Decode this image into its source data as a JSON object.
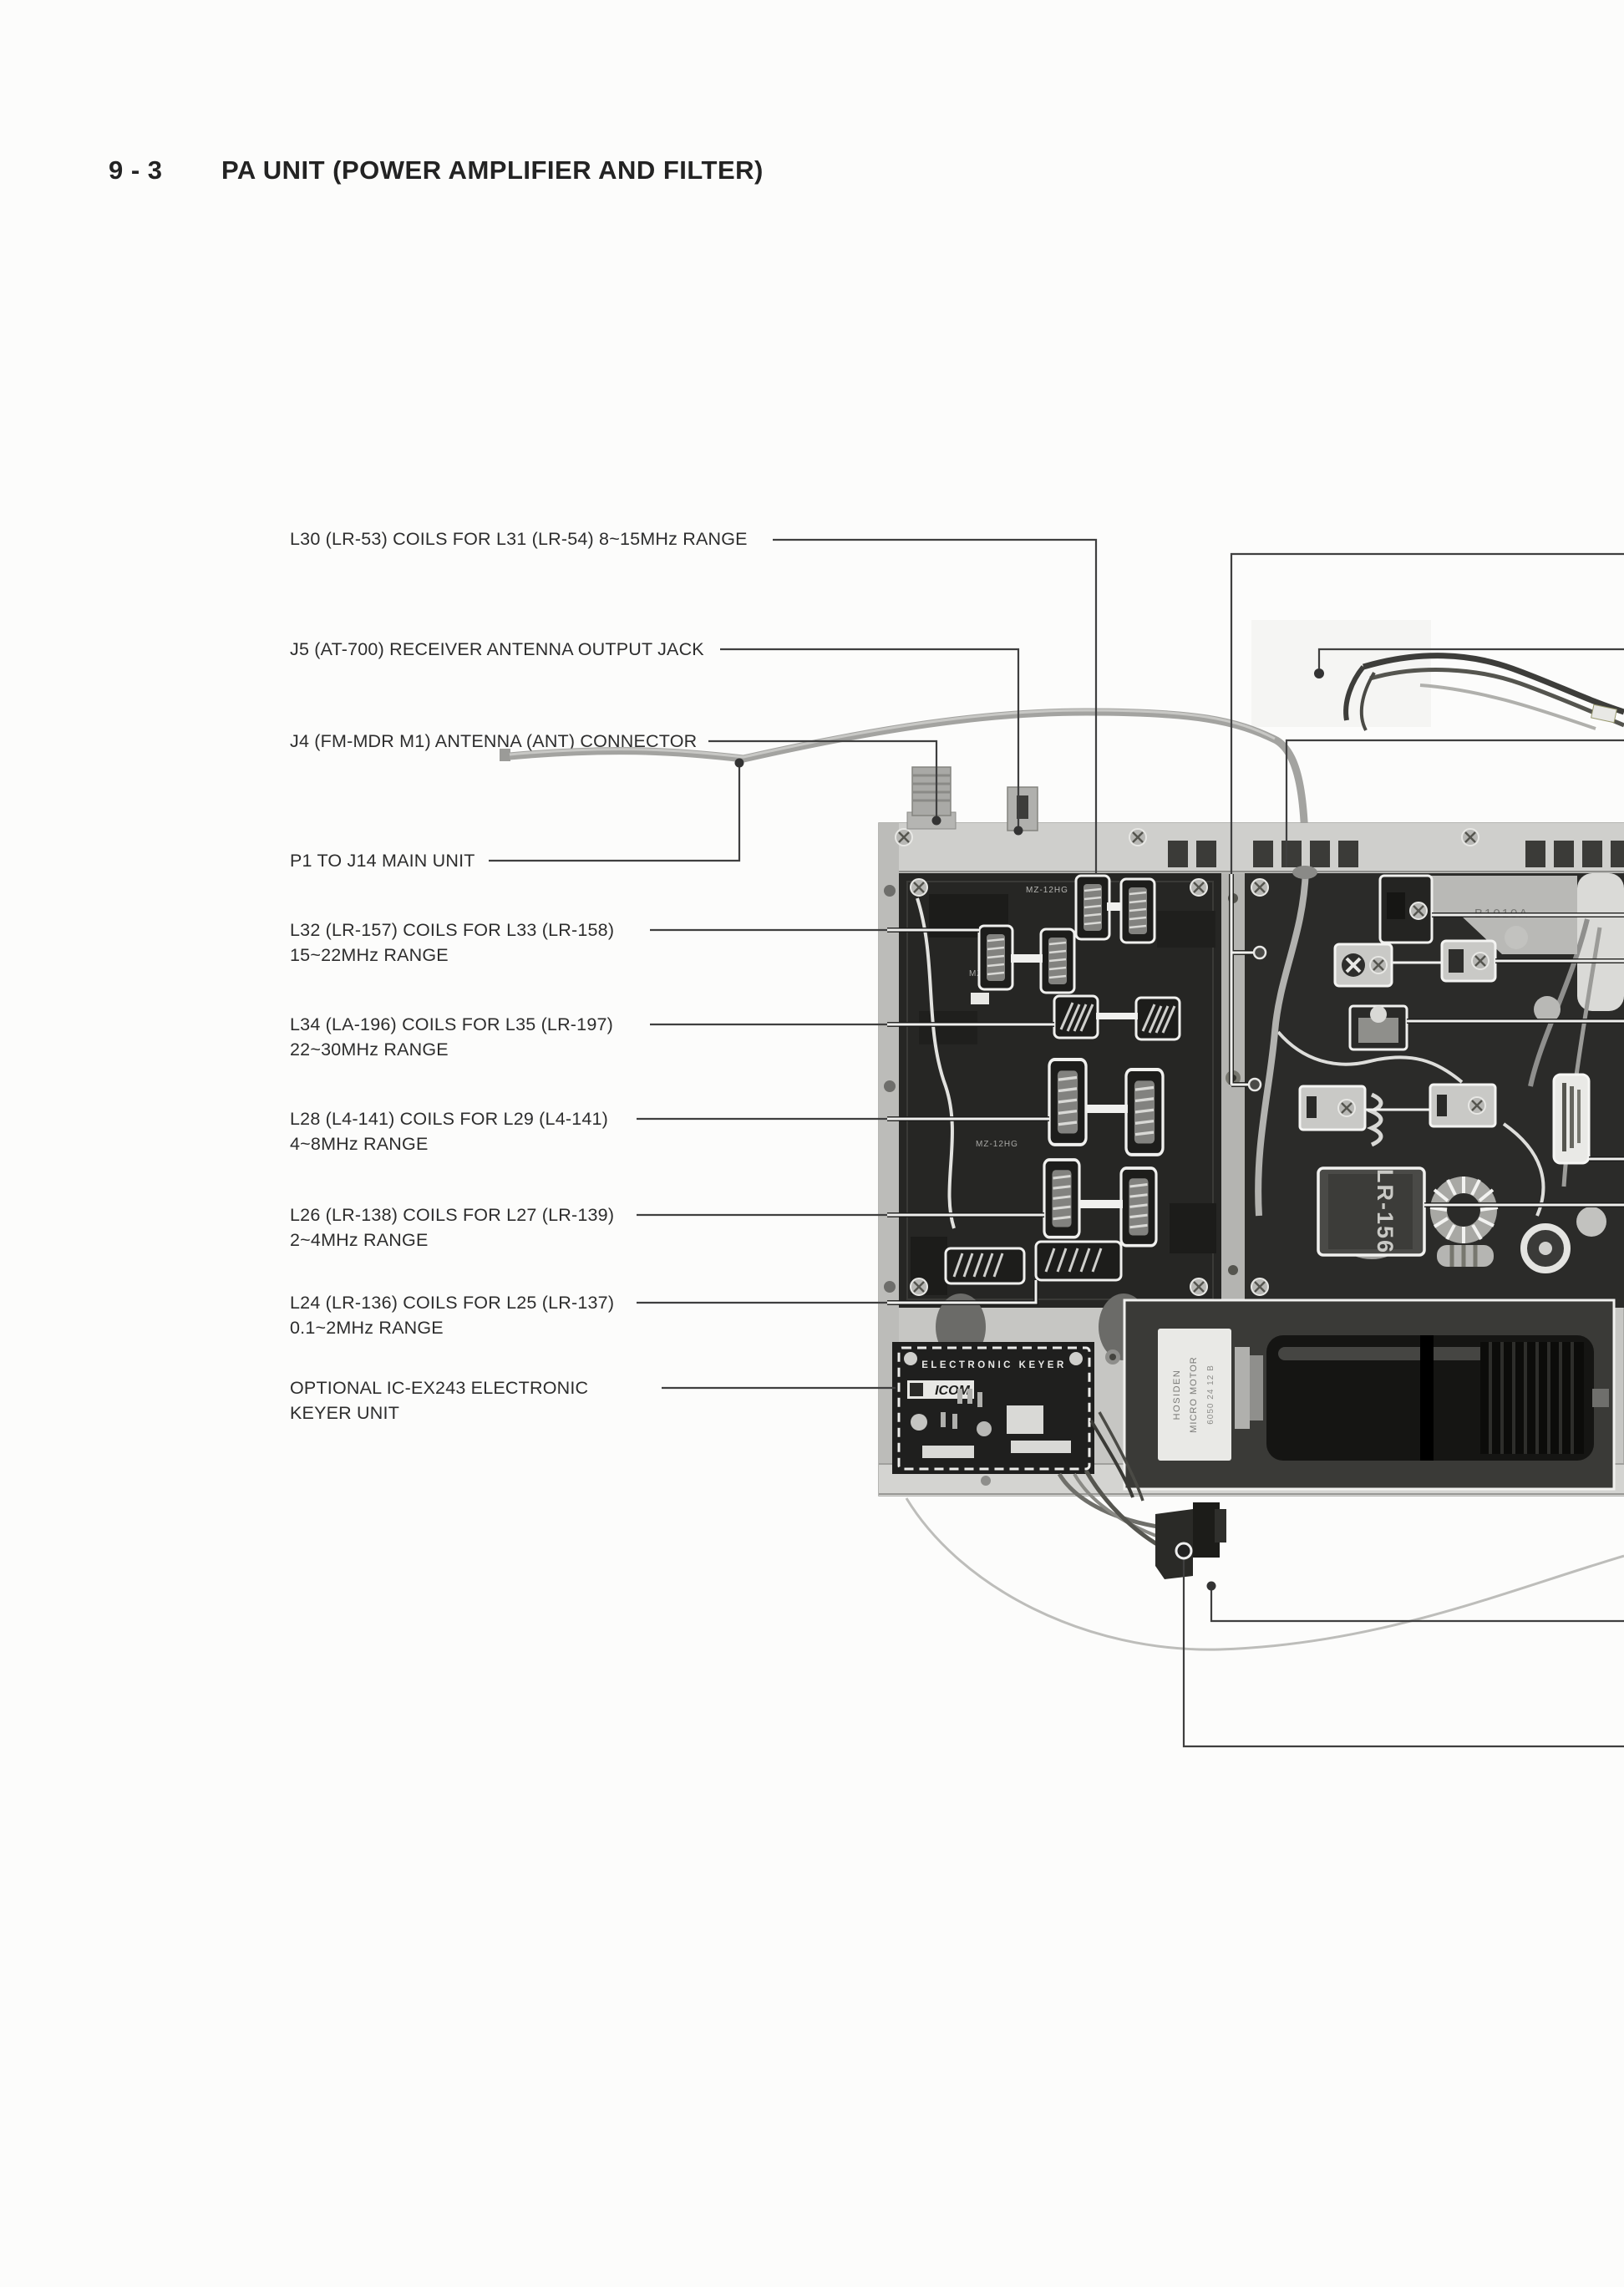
{
  "heading": {
    "number": "9 - 3",
    "title": "PA UNIT (POWER AMPLIFIER AND FILTER)"
  },
  "callouts": [
    {
      "line1": "L30 (LR-53) COILS FOR L31 (LR-54) 8~15MHz RANGE",
      "line2": ""
    },
    {
      "line1": "J5 (AT-700) RECEIVER ANTENNA OUTPUT JACK",
      "line2": ""
    },
    {
      "line1": "J4 (FM-MDR M1) ANTENNA (ANT) CONNECTOR",
      "line2": ""
    },
    {
      "line1": "P1 TO J14 MAIN UNIT",
      "line2": ""
    },
    {
      "line1": "L32 (LR-157) COILS FOR L33 (LR-158)",
      "line2": "15~22MHz RANGE"
    },
    {
      "line1": "L34 (LA-196) COILS FOR L35 (LR-197)",
      "line2": "22~30MHz RANGE"
    },
    {
      "line1": "L28 (L4-141) COILS FOR L29 (L4-141)",
      "line2": "4~8MHz RANGE"
    },
    {
      "line1": "L26 (LR-138) COILS FOR L27 (LR-139)",
      "line2": "2~4MHz RANGE"
    },
    {
      "line1": "L24 (LR-136) COILS FOR L25 (LR-137)",
      "line2": "0.1~2MHz RANGE"
    },
    {
      "line1": "OPTIONAL IC-EX243 ELECTRONIC",
      "line2": "KEYER UNIT"
    }
  ],
  "photo_markings": {
    "mz12hg": "MZ-12HG",
    "b1010a": "B1010A",
    "lr156": "LR-156",
    "electronic_keyer": "ELECTRONIC  KEYER",
    "icom": "ICOM",
    "hosiden_line1": "HOSIDEN",
    "hosiden_line2": "MICRO MOTOR",
    "hosiden_line3": "6050 24 12 B"
  },
  "colors": {
    "leader_dark": "#3f3f3f",
    "leader_light": "#f0f0ee",
    "board_dark": "#262624",
    "chassis_gray": "#c6c6c3"
  }
}
